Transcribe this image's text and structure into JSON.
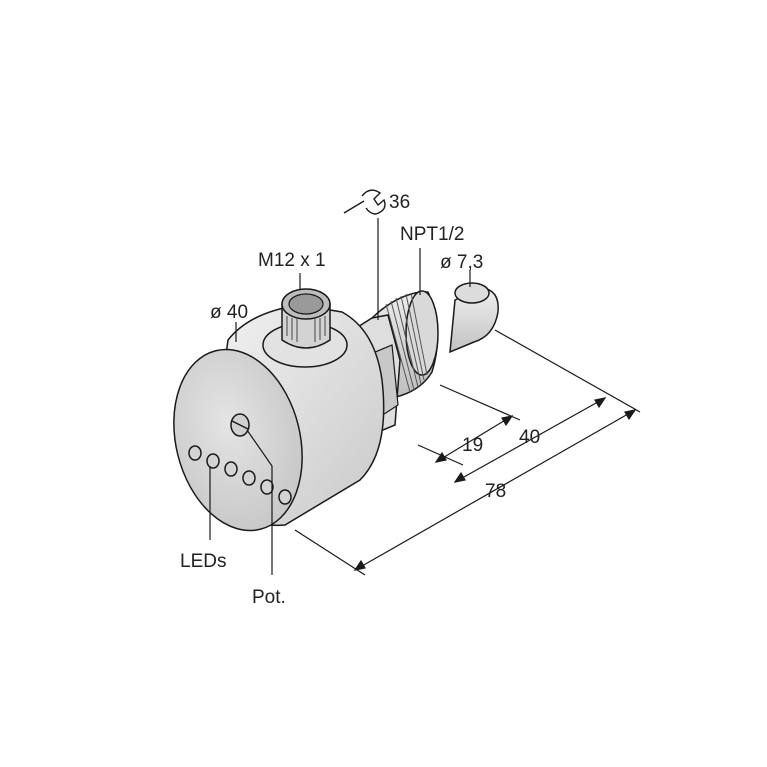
{
  "labels": {
    "wrench_size": "36",
    "thread": "NPT1/2",
    "probe_diameter": "ø 7,3",
    "connector": "M12 x 1",
    "housing_diameter": "ø 40",
    "dim_19": "19",
    "dim_40": "40",
    "dim_78": "78",
    "leds": "LEDs",
    "pot": "Pot."
  },
  "colors": {
    "body_light": "#efefef",
    "body_shade": "#cfcfcf",
    "face": "#d6d6d6",
    "line": "#1a1a1a"
  },
  "icons": {
    "wrench": "wrench-icon"
  }
}
